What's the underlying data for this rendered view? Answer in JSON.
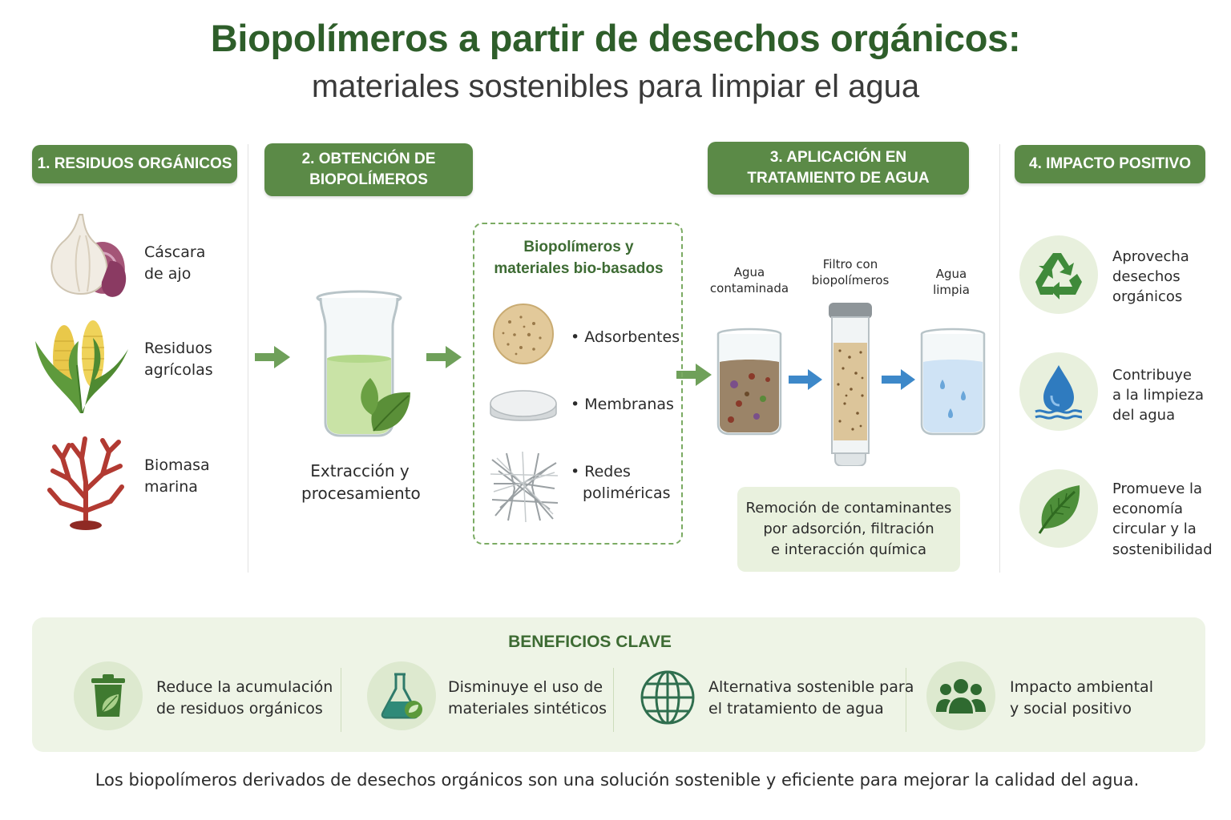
{
  "header": {
    "title": "Biopolímeros a partir de desechos orgánicos:",
    "subtitle": "materiales sostenibles para limpiar el agua"
  },
  "steps": [
    {
      "label": "1. RESIDUOS ORGÁNICOS"
    },
    {
      "label_line1": "2. OBTENCIÓN DE",
      "label_line2": "BIOPOLÍMEROS"
    },
    {
      "label_line1": "3. APLICACIÓN EN",
      "label_line2": "TRATAMIENTO DE AGUA"
    },
    {
      "label": "4. IMPACTO POSITIVO"
    }
  ],
  "residues": [
    {
      "line1": "Cáscara",
      "line2": "de ajo",
      "icon": "garlic-icon"
    },
    {
      "line1": "Residuos",
      "line2": "agrícolas",
      "icon": "corn-icon"
    },
    {
      "line1": "Biomasa",
      "line2": "marina",
      "icon": "seaweed-icon"
    }
  ],
  "extraction": {
    "line1": "Extracción y",
    "line2": "procesamiento",
    "icon": "beaker-leaf-icon"
  },
  "biomaterials": {
    "title_line1": "Biopolímeros y",
    "title_line2": "materiales bio-basados",
    "items": [
      {
        "line1": "• Adsorbentes",
        "line2": "",
        "icon": "adsorbent-bead-icon"
      },
      {
        "line1": "• Membranas",
        "line2": "",
        "icon": "membrane-disc-icon"
      },
      {
        "line1": "• Redes",
        "line2": "poliméricas",
        "icon": "polymer-network-icon"
      }
    ]
  },
  "treatment": {
    "stages": [
      {
        "line1": "Agua",
        "line2": "contaminada",
        "icon": "contaminated-water-beaker-icon"
      },
      {
        "line1": "Filtro con",
        "line2": "biopolímeros",
        "icon": "biopolymer-filter-icon"
      },
      {
        "line1": "Agua",
        "line2": "limpia",
        "icon": "clean-water-beaker-icon"
      }
    ],
    "removal_line1": "Remoción de contaminantes",
    "removal_line2": "por adsorción, filtración",
    "removal_line3": "e interacción química"
  },
  "impact": [
    {
      "line1": "Aprovecha",
      "line2": "desechos",
      "line3": "orgánicos",
      "line4": "",
      "icon": "recycle-icon"
    },
    {
      "line1": "Contribuye",
      "line2": "a la limpieza",
      "line3": "del agua",
      "line4": "",
      "icon": "water-drop-icon"
    },
    {
      "line1": "Promueve la",
      "line2": "economía",
      "line3": "circular y la",
      "line4": "sostenibilidad",
      "icon": "leaf-icon"
    }
  ],
  "benefits": {
    "title": "BENEFICIOS CLAVE",
    "items": [
      {
        "line1": "Reduce la acumulación",
        "line2": "de residuos orgánicos",
        "icon": "trash-bin-leaf-icon"
      },
      {
        "line1": "Disminuye el uso de",
        "line2": "materiales sintéticos",
        "icon": "flask-leaf-icon"
      },
      {
        "line1": "Alternativa sostenible para",
        "line2": "el tratamiento de agua",
        "icon": "globe-icon"
      },
      {
        "line1": "Impacto ambiental",
        "line2": "y social positivo",
        "icon": "people-icon"
      }
    ]
  },
  "footer": "Los biopolímeros derivados de desechos orgánicos son una solución sostenible y eficiente para mejorar la calidad del agua.",
  "colors": {
    "primary_green": "#5b8a47",
    "title_green": "#2e5e2a",
    "light_green_bg": "#eef4e6",
    "arrow_green": "#6fa05a",
    "arrow_blue": "#3d88c9"
  }
}
